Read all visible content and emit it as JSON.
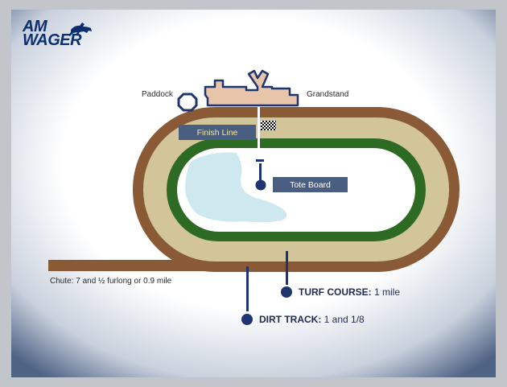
{
  "logo": {
    "line1": "AM",
    "line2": "WAGER"
  },
  "labels": {
    "paddock": "Paddock",
    "grandstand": "Grandstand",
    "finish_line": "Finish Line",
    "tote_board": "Tote Board",
    "chute": "Chute: 7 and ½ furlong or 0.9 mile"
  },
  "legend": {
    "turf": {
      "name": "TURF COURSE:",
      "value": "1 mile"
    },
    "dirt": {
      "name": "DIRT TRACK:",
      "value": "1 and 1/8"
    }
  },
  "colors": {
    "navy": "#1f3570",
    "dirt": "#8a5a36",
    "sand": "#d2c59a",
    "turf": "#2d6a24",
    "lake": "#cde8ee",
    "building": "#e8c4a8",
    "label_box": "#4a5e82",
    "finish_text": "#f3e59c"
  }
}
